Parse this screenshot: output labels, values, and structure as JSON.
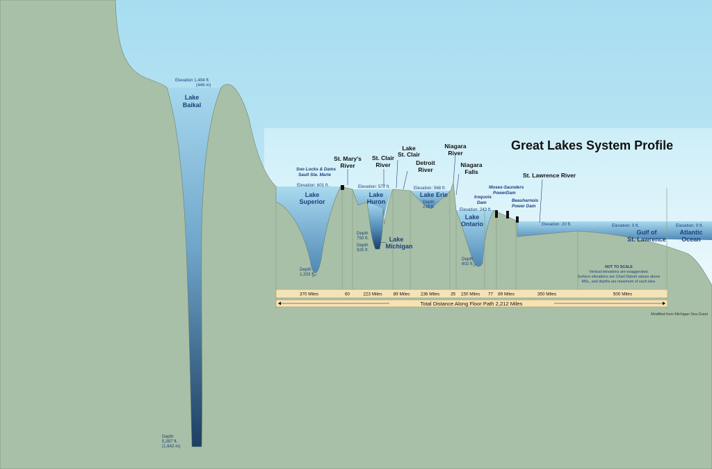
{
  "title": "Great Lakes System Profile",
  "baikal": {
    "name_line1": "Lake",
    "name_line2": "Baikal",
    "elev_line1": "Elevation 1,494 ft.",
    "elev_line2": "(446 m)",
    "depth_line1": "Depth",
    "depth_line2": "5,387 ft.",
    "depth_line3": "(1,642 m)"
  },
  "lakes": {
    "superior": {
      "line1": "Lake",
      "line2": "Superior",
      "elevation": "Elevation: 601 ft.",
      "depth_line1": "Depth",
      "depth_line2": "1,333 ft."
    },
    "huron": {
      "line1": "Lake",
      "line2": "Huron",
      "elevation": "Elevation: 577 ft.",
      "depth_line1": "Depth",
      "depth_line2": "750 ft."
    },
    "michigan": {
      "line1": "Lake",
      "line2": "Michigan",
      "depth_line1": "Depth",
      "depth_line2": "925 ft."
    },
    "erie": {
      "name": "Lake Erie",
      "elevation": "Elevation: 568 ft.",
      "depth_line1": "Depth",
      "depth_line2": "210 ft."
    },
    "ontario": {
      "line1": "Lake",
      "line2": "Ontario",
      "elevation": "Elevation: 243 ft.",
      "depth_line1": "Depth",
      "depth_line2": "802 ft."
    },
    "st_lawrence": {
      "elevation": "Elevation: 20 ft."
    },
    "gulf": {
      "line1": "Gulf of",
      "line2": "St. Lawrence",
      "elevation": "Elevation: 0 ft."
    },
    "atlantic": {
      "line1": "Atlantic",
      "line2": "Ocean",
      "elevation": "Elevation: 0 ft."
    }
  },
  "rivers": {
    "st_marys_1": "St. Mary's",
    "st_marys_2": "River",
    "st_clair_1": "St. Clair",
    "st_clair_2": "River",
    "lake_st_clair_1": "Lake",
    "lake_st_clair_2": "St. Clair",
    "detroit_1": "Detroit",
    "detroit_2": "River",
    "niagara_1": "Niagara",
    "niagara_2": "River",
    "falls_1": "Niagara",
    "falls_2": "Falls",
    "st_lawrence_river": "St. Lawrence River"
  },
  "dams": {
    "soo_1": "Soo Locks & Dams",
    "soo_2": "Sault Ste. Marie",
    "iroquois_1": "Iroquois",
    "iroquois_2": "Dam",
    "moses_1": "Moses-Saunders",
    "moses_2": "PowerDam",
    "beau_1": "Beauharnois",
    "beau_2": "Power Dam"
  },
  "distances": [
    "370 Miles",
    "60",
    "223 Miles",
    "89 Miles",
    "236 Miles",
    "35",
    "150 Miles",
    "77",
    "89 Miles",
    "350 Miles",
    "500 Miles"
  ],
  "total_distance": "Total Distance Along Floor Path 2,212 Miles",
  "note": {
    "line1": "NOT TO SCALE",
    "line2": "Vertical elevations are exaggerated.",
    "line3": "Surface elevations are Chart Datum values above",
    "line4": "MSL, and depths are maximum of each lake."
  },
  "credit": "Modified from Michigan Sea Grant",
  "colors": {
    "land": "#a9c0a8",
    "sky": "#b9e4f3",
    "water_top": "#a6d8ee",
    "water_deep": "#1d3f62",
    "label_blue": "#1b3f7a",
    "distance_bar": "#f5e3b8"
  }
}
